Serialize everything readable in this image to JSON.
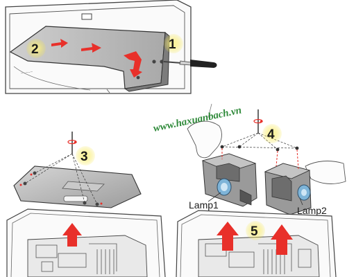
{
  "steps": {
    "one": "1",
    "two": "2",
    "three": "3",
    "four": "4",
    "five": "5"
  },
  "labels": {
    "lamp1": "Lamp1",
    "lamp2": "Lamp2"
  },
  "watermark": "www.haxuanbach.vn",
  "colors": {
    "highlight": "#f5e64a",
    "arrow": "#e8302a",
    "line": "#333333",
    "panel": "#b8b8b8",
    "watermark": "#2f8a3a"
  }
}
